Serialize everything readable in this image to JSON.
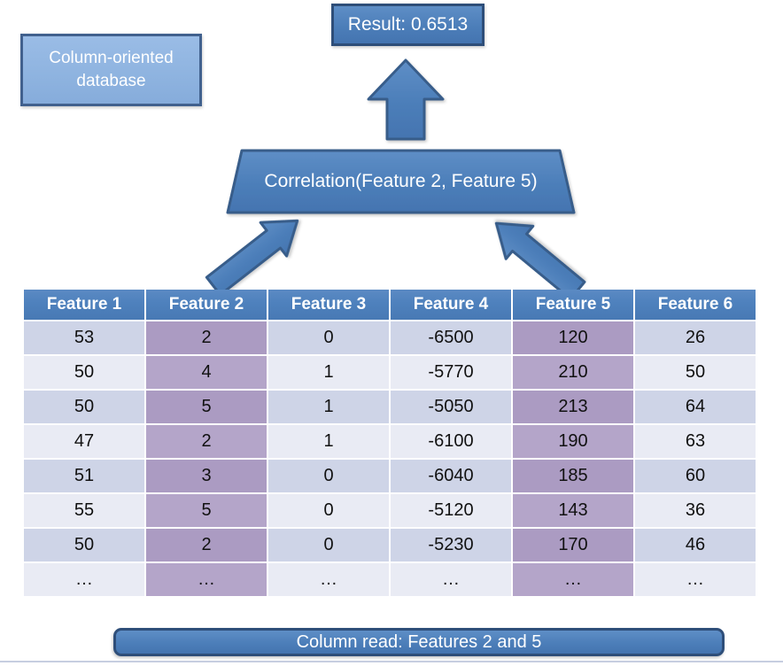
{
  "label_box": {
    "text": "Column-oriented database"
  },
  "result_box": {
    "text": "Result: 0.6513"
  },
  "operation_box": {
    "text": "Correlation(Feature 2, Feature 5)"
  },
  "bottom_bar": {
    "text": "Column read: Features 2 and 5"
  },
  "table": {
    "headers": [
      "Feature 1",
      "Feature 2",
      "Feature 3",
      "Feature 4",
      "Feature 5",
      "Feature 6"
    ],
    "highlighted_columns": [
      1,
      4
    ],
    "rows": [
      [
        "53",
        "2",
        "0",
        "-6500",
        "120",
        "26"
      ],
      [
        "50",
        "4",
        "1",
        "-5770",
        "210",
        "50"
      ],
      [
        "50",
        "5",
        "1",
        "-5050",
        "213",
        "64"
      ],
      [
        "47",
        "2",
        "1",
        "-6100",
        "190",
        "63"
      ],
      [
        "51",
        "3",
        "0",
        "-6040",
        "185",
        "60"
      ],
      [
        "55",
        "5",
        "0",
        "-5120",
        "143",
        "36"
      ],
      [
        "50",
        "2",
        "0",
        "-5230",
        "170",
        "46"
      ],
      [
        "…",
        "…",
        "…",
        "…",
        "…",
        "…"
      ]
    ]
  },
  "colors": {
    "shape_blue": "#4F81BD",
    "shape_border": "#385D8A",
    "box_border_dark": "#2E4E79",
    "label_fill": "#8FB4E0",
    "label_border": "#41618E",
    "header_blue": "#4E81BD",
    "row_dark": "#CED4E7",
    "row_light": "#E9EBF4",
    "highlight_dark": "#AB9BC2",
    "highlight_light": "#B4A5C9"
  }
}
